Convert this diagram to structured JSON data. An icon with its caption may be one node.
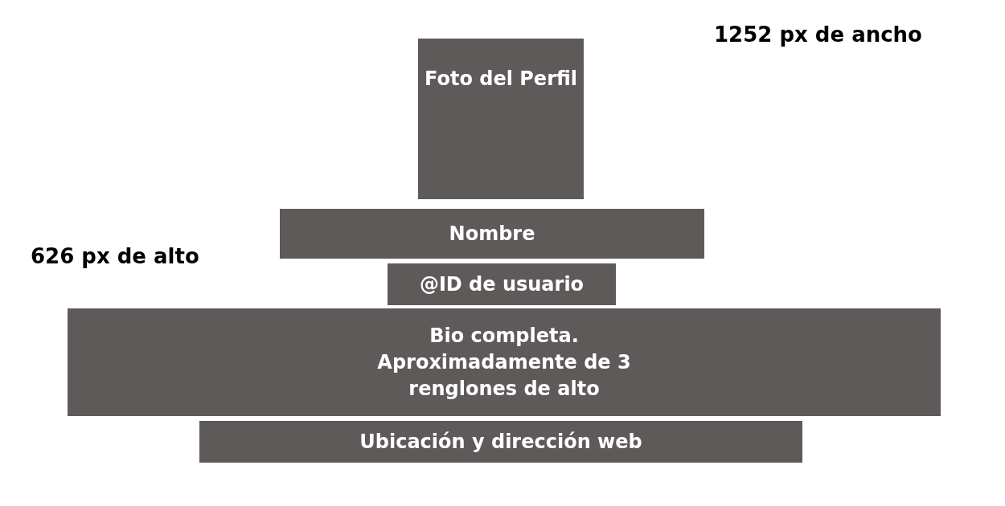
{
  "diagram": {
    "nodes": [
      {
        "text": [
          "Foto del Perfil"
        ]
      },
      {
        "text": [
          "Nombre"
        ]
      },
      {
        "text": [
          "@ID de usuario"
        ]
      },
      {
        "text": [
          "Bio completa. Aproximadamente de 3 renglones de alto"
        ]
      },
      {
        "text": [
          "Ubicación y dirección web"
        ]
      }
    ],
    "labels": [
      "1252 px de ancho",
      "626 px de alto"
    ]
  }
}
